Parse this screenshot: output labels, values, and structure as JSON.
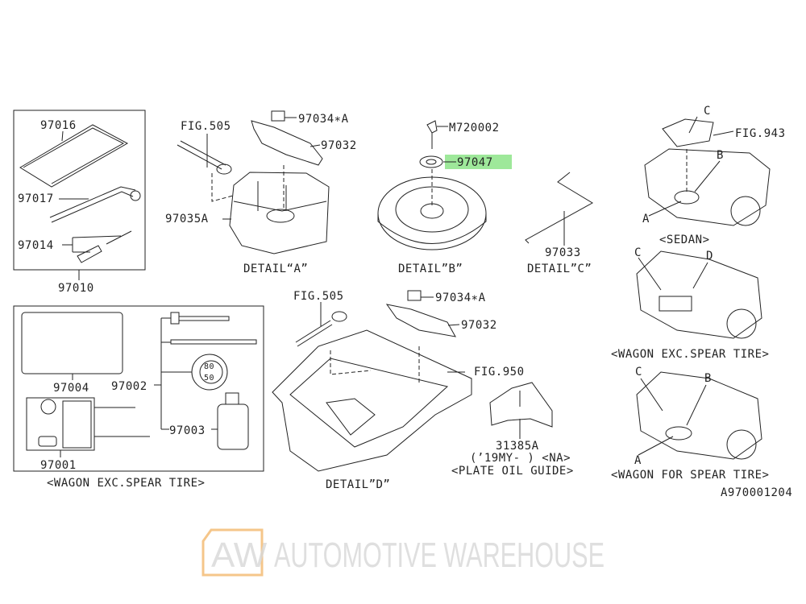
{
  "watermark": {
    "logo": "AW",
    "name": "AUTOMOTIVE WAREHOUSE",
    "logo_color": "#f5c68a"
  },
  "highlight_color": "#9ee89a",
  "kit_box": {
    "parts": [
      "97016",
      "97017",
      "97014"
    ],
    "assembly": "97010"
  },
  "detail_a": {
    "fig": "FIG.505",
    "p1": "97034∗A",
    "p2": "97032",
    "p3": "97035A",
    "title": "DETAIL“A”"
  },
  "detail_b": {
    "p1": "M720002",
    "p2": "97047",
    "title": "DETAIL”B”"
  },
  "detail_c": {
    "p1": "97033",
    "title": "DETAIL”C”"
  },
  "sedan": {
    "c": "C",
    "fig": "FIG.943",
    "b": "B",
    "a": "A",
    "title": "<SEDAN>"
  },
  "wagon_exc": {
    "c": "C",
    "d": "D",
    "title": "<WAGON EXC.SPEAR TIRE>"
  },
  "wagon_for": {
    "c": "C",
    "b": "B",
    "a": "A",
    "title": "<WAGON FOR SPEAR TIRE>"
  },
  "diagram_id": "A970001204",
  "detail_d": {
    "fig1": "FIG.505",
    "p1": "97034∗A",
    "p2": "97032",
    "fig2": "FIG.950",
    "title": "DETAIL”D”"
  },
  "plate": {
    "p1": "31385A",
    "note": "(’19MY-  ) <NA>",
    "title": "<PLATE OIL GUIDE>"
  },
  "repair_kit": {
    "p_case": "97004",
    "p_tools": "97002",
    "p_sealant": "97003",
    "p_compressor": "97001",
    "gauge_top": "80",
    "gauge_bottom": "50",
    "title": "<WAGON EXC.SPEAR TIRE>"
  }
}
